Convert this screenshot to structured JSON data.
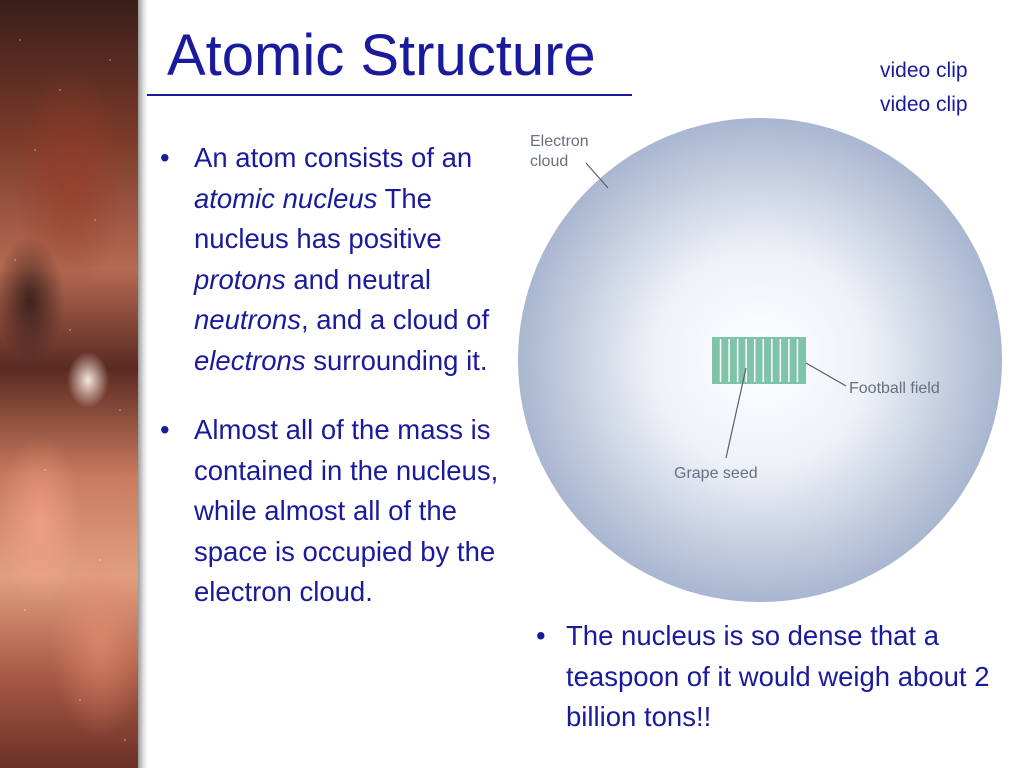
{
  "slide": {
    "title": "Atomic Structure",
    "links": [
      "video clip",
      "video clip"
    ],
    "bullets": [
      {
        "segments": [
          {
            "t": "An atom consists of an ",
            "i": false
          },
          {
            "t": "atomic nucleus",
            "i": true
          },
          {
            "t": " The nucleus has positive ",
            "i": false
          },
          {
            "t": "protons",
            "i": true
          },
          {
            "t": " and neutral ",
            "i": false
          },
          {
            "t": "neutrons",
            "i": true
          },
          {
            "t": ", and a cloud of ",
            "i": false
          },
          {
            "t": "electrons",
            "i": true
          },
          {
            "t": " surrounding it.",
            "i": false
          }
        ]
      },
      {
        "segments": [
          {
            "t": "Almost all of the mass is contained in the nucleus, while almost all of the space is occupied by the electron cloud.",
            "i": false
          }
        ]
      }
    ],
    "bottom_bullet": "The nucleus is so dense that a teaspoon of it would weigh about 2 billion tons!!"
  },
  "diagram": {
    "labels": {
      "electron_cloud_line1": "Electron",
      "electron_cloud_line2": "cloud",
      "football_field": "Football field",
      "grape_seed": "Grape seed"
    },
    "colors": {
      "cloud_edge": "#a9b6d0",
      "cloud_center": "#ffffff",
      "field": "#7fc3aa",
      "field_lines": "#ffffff",
      "leader": "#59616c"
    }
  },
  "theme": {
    "text_color": "#1a1a9c"
  }
}
